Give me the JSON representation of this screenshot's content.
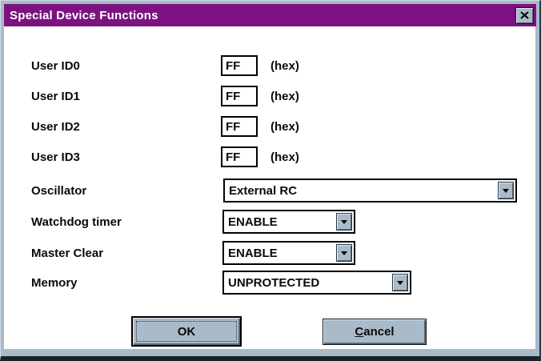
{
  "window": {
    "title": "Special Device Functions"
  },
  "colors": {
    "titlebar": "#7C1280",
    "face": "#A9BAC9"
  },
  "fields": [
    {
      "label": "User ID0",
      "value": "FF",
      "suffix": "(hex)"
    },
    {
      "label": "User ID1",
      "value": "FF",
      "suffix": "(hex)"
    },
    {
      "label": "User ID2",
      "value": "FF",
      "suffix": "(hex)"
    },
    {
      "label": "User ID3",
      "value": "FF",
      "suffix": "(hex)"
    }
  ],
  "dropdowns": [
    {
      "label": "Oscillator",
      "value": "External RC"
    },
    {
      "label": "Watchdog timer",
      "value": "ENABLE"
    },
    {
      "label": "Master Clear",
      "value": "ENABLE"
    },
    {
      "label": "Memory",
      "value": "UNPROTECTED"
    }
  ],
  "buttons": {
    "ok": {
      "underlined": "O",
      "rest": "K"
    },
    "cancel": {
      "underlined": "C",
      "rest": "ancel"
    }
  }
}
